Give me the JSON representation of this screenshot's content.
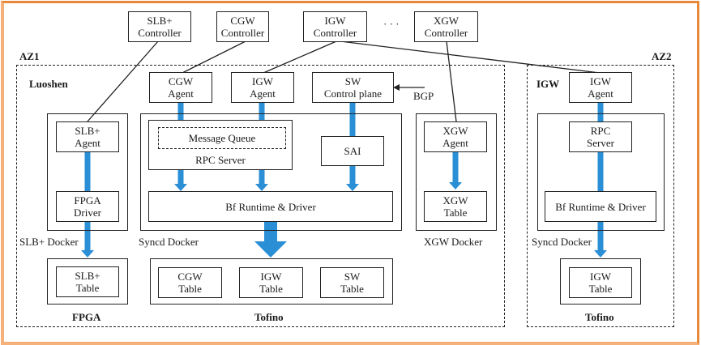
{
  "colors": {
    "arrow": "#2b8fd6",
    "frame_outer": "#e8893a",
    "frame_inner": "#f6b07a",
    "line": "#222222"
  },
  "controllers": [
    {
      "id": "slb",
      "line1": "SLB+",
      "line2": "Controller"
    },
    {
      "id": "cgw",
      "line1": "CGW",
      "line2": "Controller"
    },
    {
      "id": "igw",
      "line1": "IGW",
      "line2": "Controller"
    },
    {
      "id": "xgw",
      "line1": "XGW",
      "line2": "Controller"
    }
  ],
  "ellipsis": "· · ·",
  "az1": {
    "label": "AZ1",
    "group_label": "Luoshen",
    "cgw_agent": {
      "line1": "CGW",
      "line2": "Agent"
    },
    "igw_agent": {
      "line1": "IGW",
      "line2": "Agent"
    },
    "sw_control": {
      "line1": "SW",
      "line2": "Control plane"
    },
    "bgp": "BGP",
    "slb_docker": {
      "label": "SLB+ Docker",
      "agent": {
        "line1": "SLB+",
        "line2": "Agent"
      },
      "driver": {
        "line1": "FPGA",
        "line2": "Driver"
      }
    },
    "syncd_docker": {
      "label": "Syncd Docker",
      "message_queue": "Message Queue",
      "rpc_server": "RPC Server",
      "sai": "SAI",
      "bf_runtime": "Bf Runtime & Driver"
    },
    "xgw_docker": {
      "label": "XGW Docker",
      "agent": {
        "line1": "XGW",
        "line2": "Agent"
      },
      "table": {
        "line1": "XGW",
        "line2": "Table"
      }
    },
    "fpga": {
      "label": "FPGA",
      "table": {
        "line1": "SLB+",
        "line2": "Table"
      }
    },
    "tofino": {
      "label": "Tofino",
      "tables": [
        {
          "line1": "CGW",
          "line2": "Table"
        },
        {
          "line1": "IGW",
          "line2": "Table"
        },
        {
          "line1": "SW",
          "line2": "Table"
        }
      ]
    }
  },
  "az2": {
    "label": "AZ2",
    "group_label": "IGW",
    "igw_agent": {
      "line1": "IGW",
      "line2": "Agent"
    },
    "syncd_docker": {
      "label": "Syncd Docker",
      "rpc_server": {
        "line1": "RPC",
        "line2": "Server"
      },
      "bf_runtime": "Bf Runtime & Driver"
    },
    "tofino": {
      "label": "Tofino",
      "table": {
        "line1": "IGW",
        "line2": "Table"
      }
    }
  }
}
